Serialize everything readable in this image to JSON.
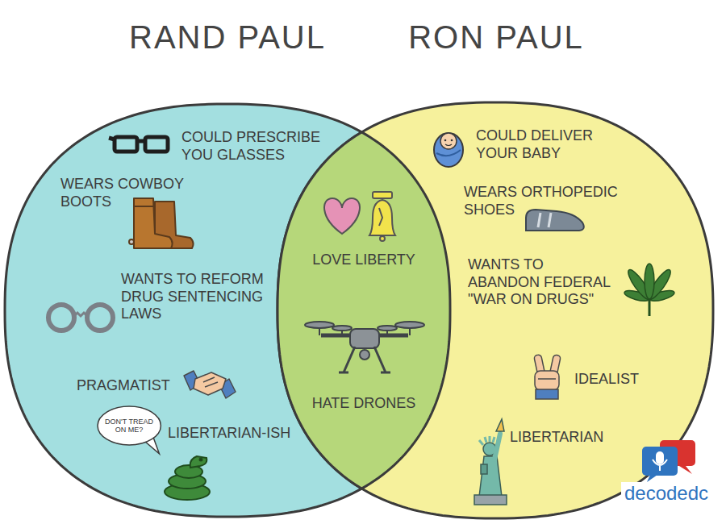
{
  "diagram": {
    "nodes": [
      {
        "text": [
          "RAND PAUL",
          "COULD PRESCRIBE YOU GLASSES",
          "WEARS COWBOY BOOTS",
          "WANTS TO REFORM DRUG SENTENCING LAWS",
          "PRAGMATIST",
          "LIBERTARIAN-ISH"
        ]
      },
      {
        "text": [
          "DON'T TREAD ON ME?"
        ],
        "in": 0
      },
      {
        "text": [
          "LOVE LIBERTY",
          "HATE DRONES"
        ]
      },
      {
        "text": [
          "RON PAUL",
          "COULD DELIVER YOUR BABY",
          "WEARS ORTHOPEDIC SHOES",
          "WANTS TO ABANDON FEDERAL \"WAR ON DRUGS\"",
          "IDEALIST",
          "LIBERTARIAN"
        ]
      }
    ],
    "labels": [
      "decodedc"
    ]
  }
}
